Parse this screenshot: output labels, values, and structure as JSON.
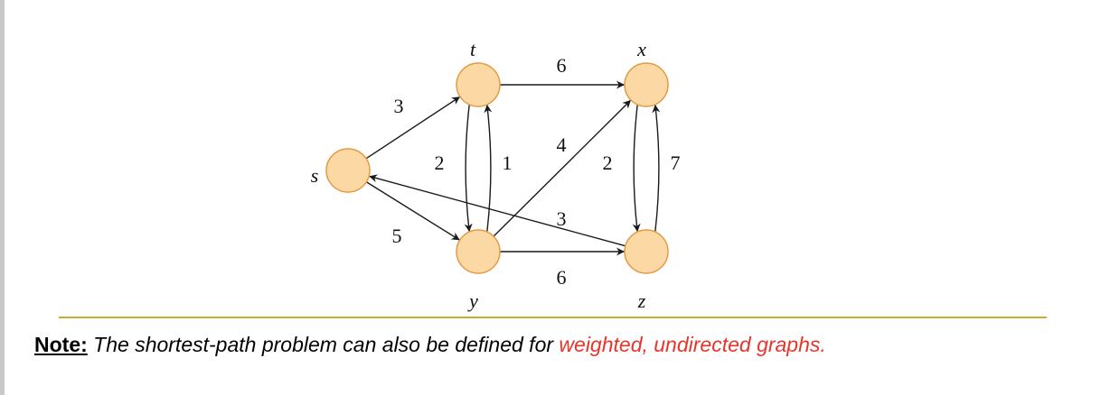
{
  "colors": {
    "node_fill": "#fcd9a4",
    "node_stroke": "#e39a45",
    "edge": "#1a1a1a",
    "divider": "#c9ad3a",
    "highlight": "#e8352b"
  },
  "graph": {
    "nodes": [
      {
        "id": "s",
        "label": "s"
      },
      {
        "id": "t",
        "label": "t"
      },
      {
        "id": "x",
        "label": "x"
      },
      {
        "id": "y",
        "label": "y"
      },
      {
        "id": "z",
        "label": "z"
      }
    ],
    "edges": [
      {
        "from": "s",
        "to": "t",
        "weight": "3"
      },
      {
        "from": "s",
        "to": "y",
        "weight": "5"
      },
      {
        "from": "t",
        "to": "x",
        "weight": "6"
      },
      {
        "from": "t",
        "to": "y",
        "weight": "2"
      },
      {
        "from": "y",
        "to": "t",
        "weight": "1"
      },
      {
        "from": "y",
        "to": "x",
        "weight": "4"
      },
      {
        "from": "y",
        "to": "z",
        "weight": "6"
      },
      {
        "from": "x",
        "to": "z",
        "weight": "2"
      },
      {
        "from": "z",
        "to": "x",
        "weight": "7"
      },
      {
        "from": "z",
        "to": "s",
        "weight": "3"
      }
    ]
  },
  "note": {
    "label": "Note:",
    "text": "The shortest-path problem can also be defined for",
    "highlight": "weighted, undirected graphs."
  }
}
